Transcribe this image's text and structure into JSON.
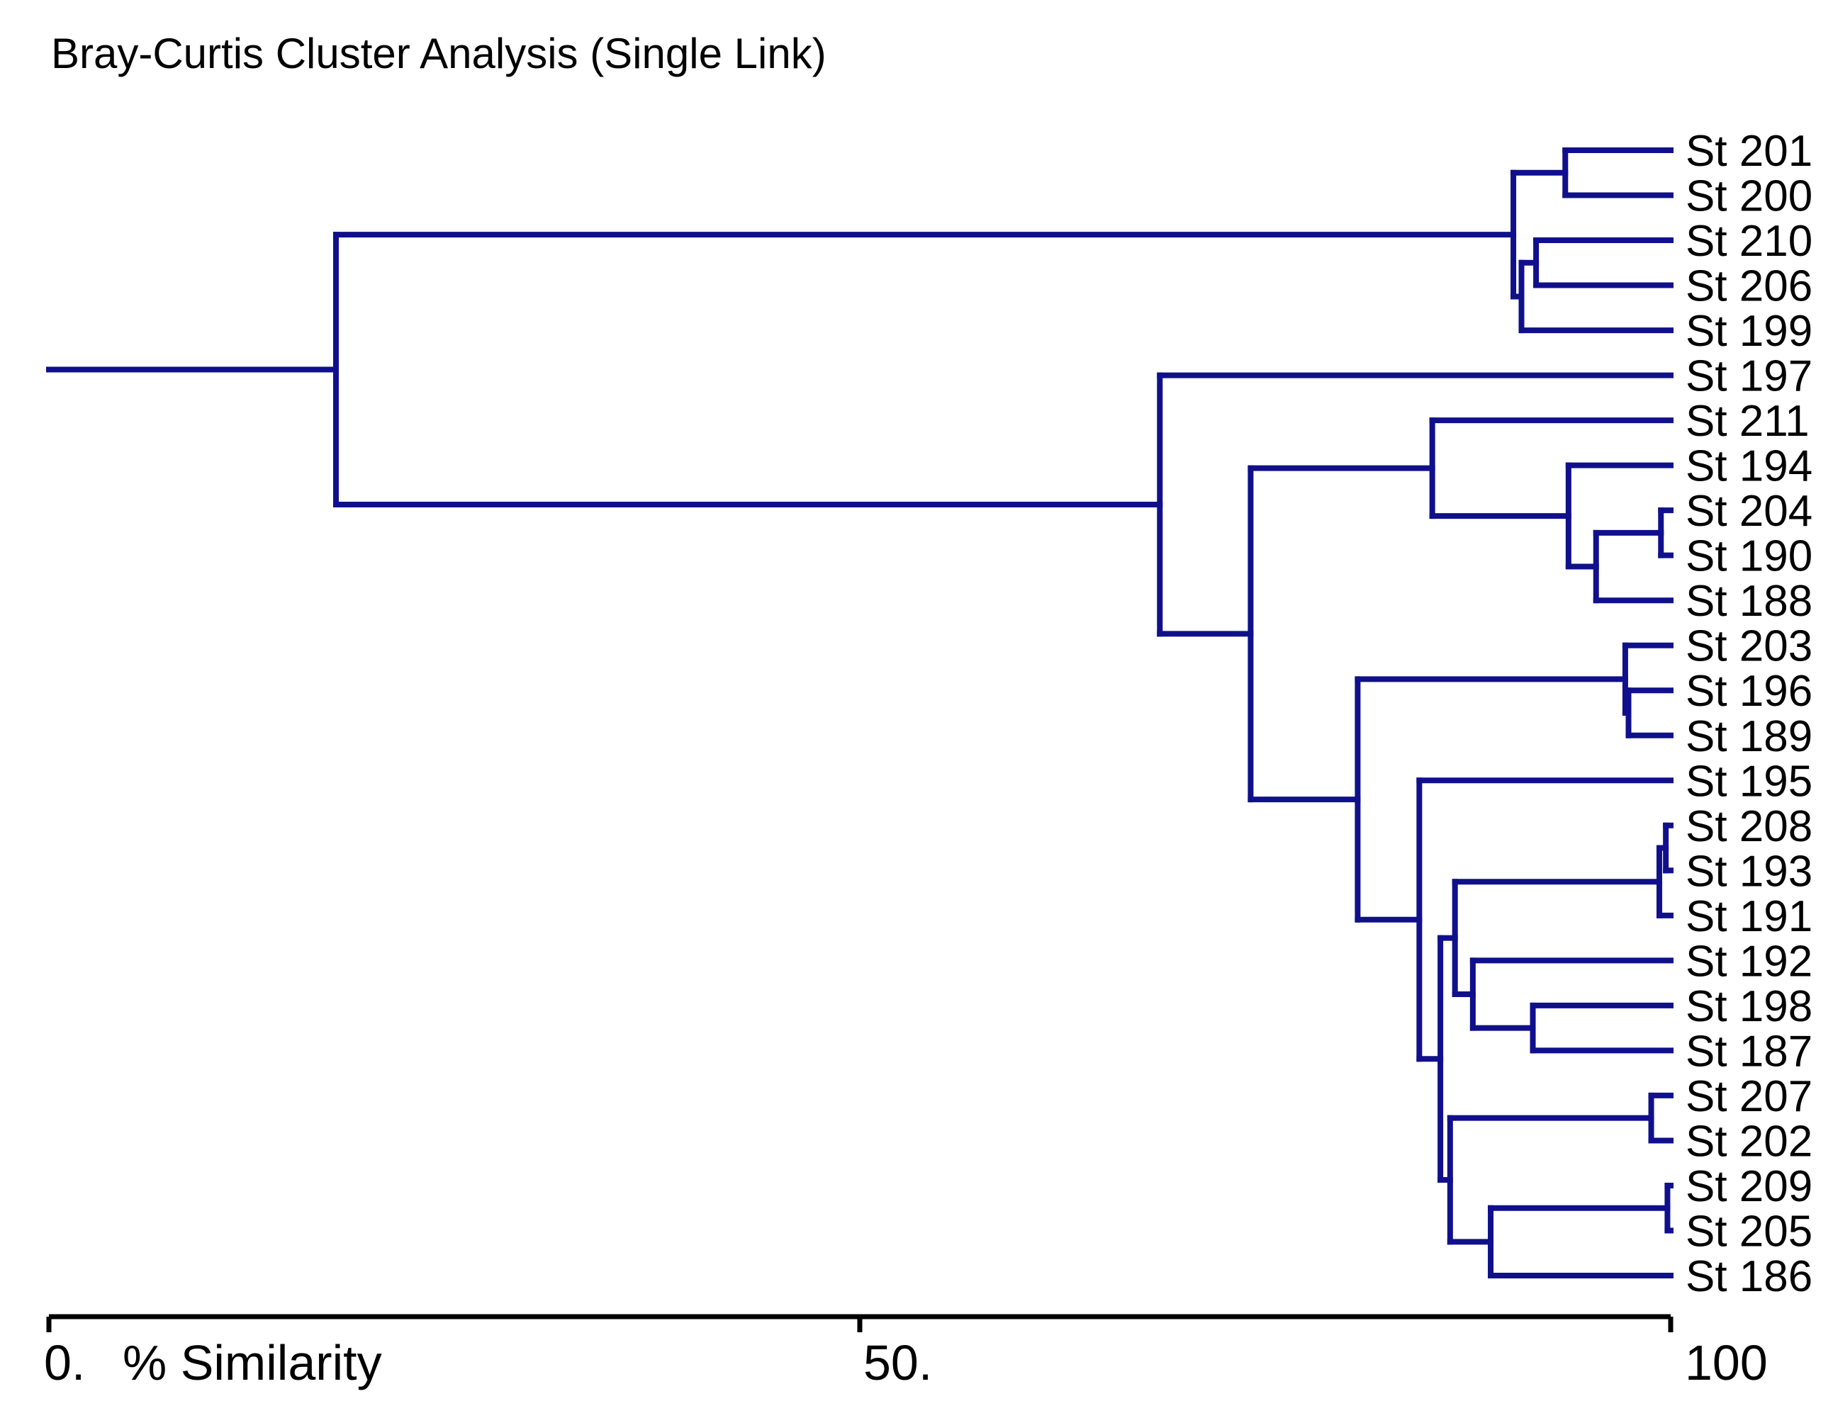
{
  "title": "Bray-Curtis Cluster Analysis (Single Link)",
  "colors": {
    "branch": "#10108C",
    "text": "#000000",
    "axis": "#000000",
    "background": "#FFFFFF"
  },
  "axis": {
    "label": "% Similarity",
    "ticks": [
      0,
      50,
      100
    ],
    "tick_labels": [
      "0.",
      "50.",
      "100"
    ]
  },
  "chart_data": {
    "type": "dendrogram",
    "title": "Bray-Curtis Cluster Analysis (Single Link)",
    "metric": "Bray-Curtis",
    "linkage": "single",
    "orientation": "leaves-right",
    "xlabel": "% Similarity",
    "xlim": [
      0,
      100
    ],
    "leaves": [
      "St 201",
      "St 200",
      "St 210",
      "St 206",
      "St 199",
      "St 197",
      "St 211",
      "St 194",
      "St 204",
      "St 190",
      "St 188",
      "St 203",
      "St 196",
      "St 189",
      "St 195",
      "St 208",
      "St 193",
      "St 191",
      "St 192",
      "St 198",
      "St 187",
      "St 207",
      "St 202",
      "St 209",
      "St 205",
      "St 186"
    ],
    "tree": {
      "sim": 17.7,
      "children": [
        {
          "sim": 90.3,
          "children": [
            {
              "sim": 93.5,
              "children": [
                "St 201",
                "St 200"
              ]
            },
            {
              "sim": 90.8,
              "children": [
                {
                  "sim": 91.7,
                  "children": [
                    "St 210",
                    "St 206"
                  ]
                },
                "St 199"
              ]
            }
          ]
        },
        {
          "sim": 68.5,
          "children": [
            "St 197",
            {
              "sim": 74.1,
              "children": [
                {
                  "sim": 85.3,
                  "children": [
                    "St 211",
                    {
                      "sim": 93.7,
                      "children": [
                        "St 194",
                        {
                          "sim": 95.4,
                          "children": [
                            {
                              "sim": 99.4,
                              "children": [
                                "St 204",
                                "St 190"
                              ]
                            },
                            "St 188"
                          ]
                        }
                      ]
                    }
                  ]
                },
                {
                  "sim": 80.7,
                  "children": [
                    {
                      "sim": 97.2,
                      "children": [
                        "St 203",
                        {
                          "sim": 97.4,
                          "children": [
                            "St 196",
                            "St 189"
                          ]
                        }
                      ]
                    },
                    {
                      "sim": 84.5,
                      "children": [
                        "St 195",
                        {
                          "sim": 85.8,
                          "children": [
                            {
                              "sim": 86.7,
                              "children": [
                                {
                                  "sim": 99.3,
                                  "children": [
                                    {
                                      "sim": 99.7,
                                      "children": [
                                        "St 208",
                                        "St 193"
                                      ]
                                    },
                                    "St 191"
                                  ]
                                },
                                {
                                  "sim": 87.8,
                                  "children": [
                                    "St 192",
                                    {
                                      "sim": 91.5,
                                      "children": [
                                        "St 198",
                                        "St 187"
                                      ]
                                    }
                                  ]
                                }
                              ]
                            },
                            {
                              "sim": 86.4,
                              "children": [
                                {
                                  "sim": 98.8,
                                  "children": [
                                    "St 207",
                                    "St 202"
                                  ]
                                },
                                {
                                  "sim": 88.9,
                                  "children": [
                                    {
                                      "sim": 99.8,
                                      "children": [
                                        "St 209",
                                        "St 205"
                                      ]
                                    },
                                    "St 186"
                                  ]
                                }
                              ]
                            }
                          ]
                        }
                      ]
                    }
                  ]
                }
              ]
            }
          ]
        }
      ]
    }
  }
}
